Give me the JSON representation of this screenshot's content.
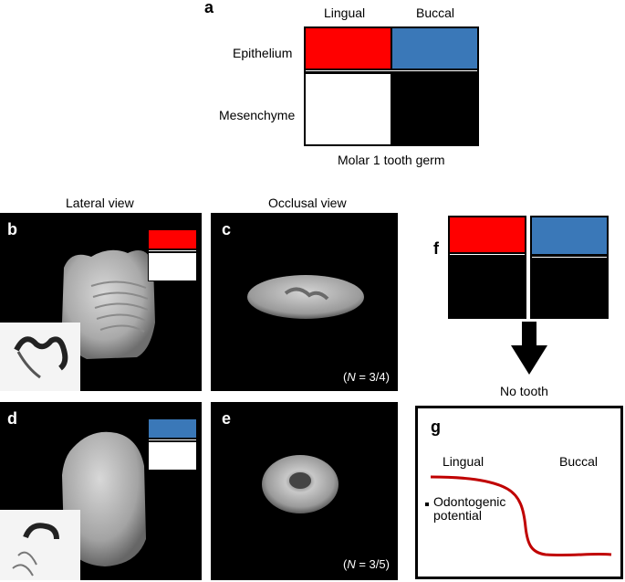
{
  "colors": {
    "lingual_epithelium": "#ff0000",
    "buccal_epithelium": "#3a78b8",
    "lingual_mesenchyme": "#ffffff",
    "buccal_mesenchyme": "#000000",
    "curve": "#c00000",
    "tissue_render": "#b8b8b8"
  },
  "panel_a": {
    "letter": "a",
    "col_lingual": "Lingual",
    "col_buccal": "Buccal",
    "row_epithelium": "Epithelium",
    "row_mesenchyme": "Mesenchyme",
    "caption": "Molar 1 tooth germ"
  },
  "column_headers": {
    "lateral": "Lateral view",
    "occlusal": "Occlusal view"
  },
  "panel_b": {
    "letter": "b",
    "icon": "tooth-lateral-render-icon",
    "inset_icon": "section-stain-icon"
  },
  "panel_c": {
    "letter": "c",
    "n_prefix": "(",
    "n_var": "N",
    "n_value": " = 3/4)",
    "icon": "tooth-occlusal-render-icon"
  },
  "panel_d": {
    "letter": "d",
    "icon": "tooth-lateral-render-icon",
    "inset_icon": "section-stain-icon"
  },
  "panel_e": {
    "letter": "e",
    "n_prefix": "(",
    "n_var": "N",
    "n_value": " = 3/5)",
    "icon": "tooth-occlusal-ring-icon"
  },
  "panel_f": {
    "letter": "f",
    "result": "No tooth",
    "arrow_icon": "down-arrow-icon"
  },
  "panel_g": {
    "letter": "g",
    "lingual": "Lingual",
    "buccal": "Buccal",
    "legend_line1": "Odontogenic",
    "legend_line2": "potential"
  }
}
